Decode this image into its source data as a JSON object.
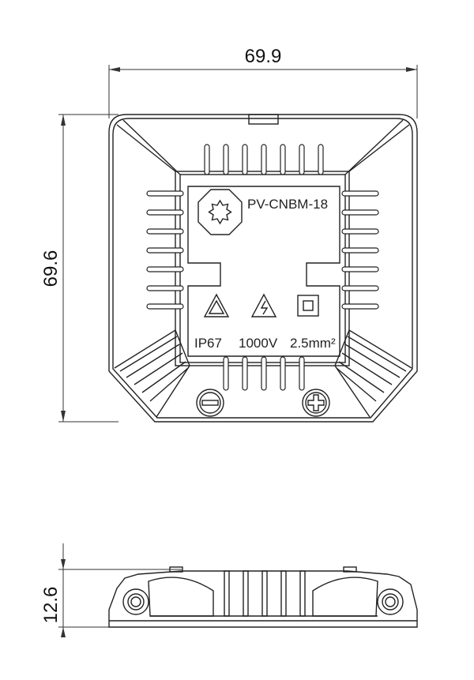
{
  "dimensions": {
    "width": "69.9",
    "height": "69.6",
    "thickness": "12.6"
  },
  "label": {
    "model": "PV-CNBM-18",
    "protection": "IP67",
    "voltage": "1000V",
    "cable": "2.5mm²"
  },
  "terminals": {
    "negative": "−",
    "positive": "+"
  }
}
